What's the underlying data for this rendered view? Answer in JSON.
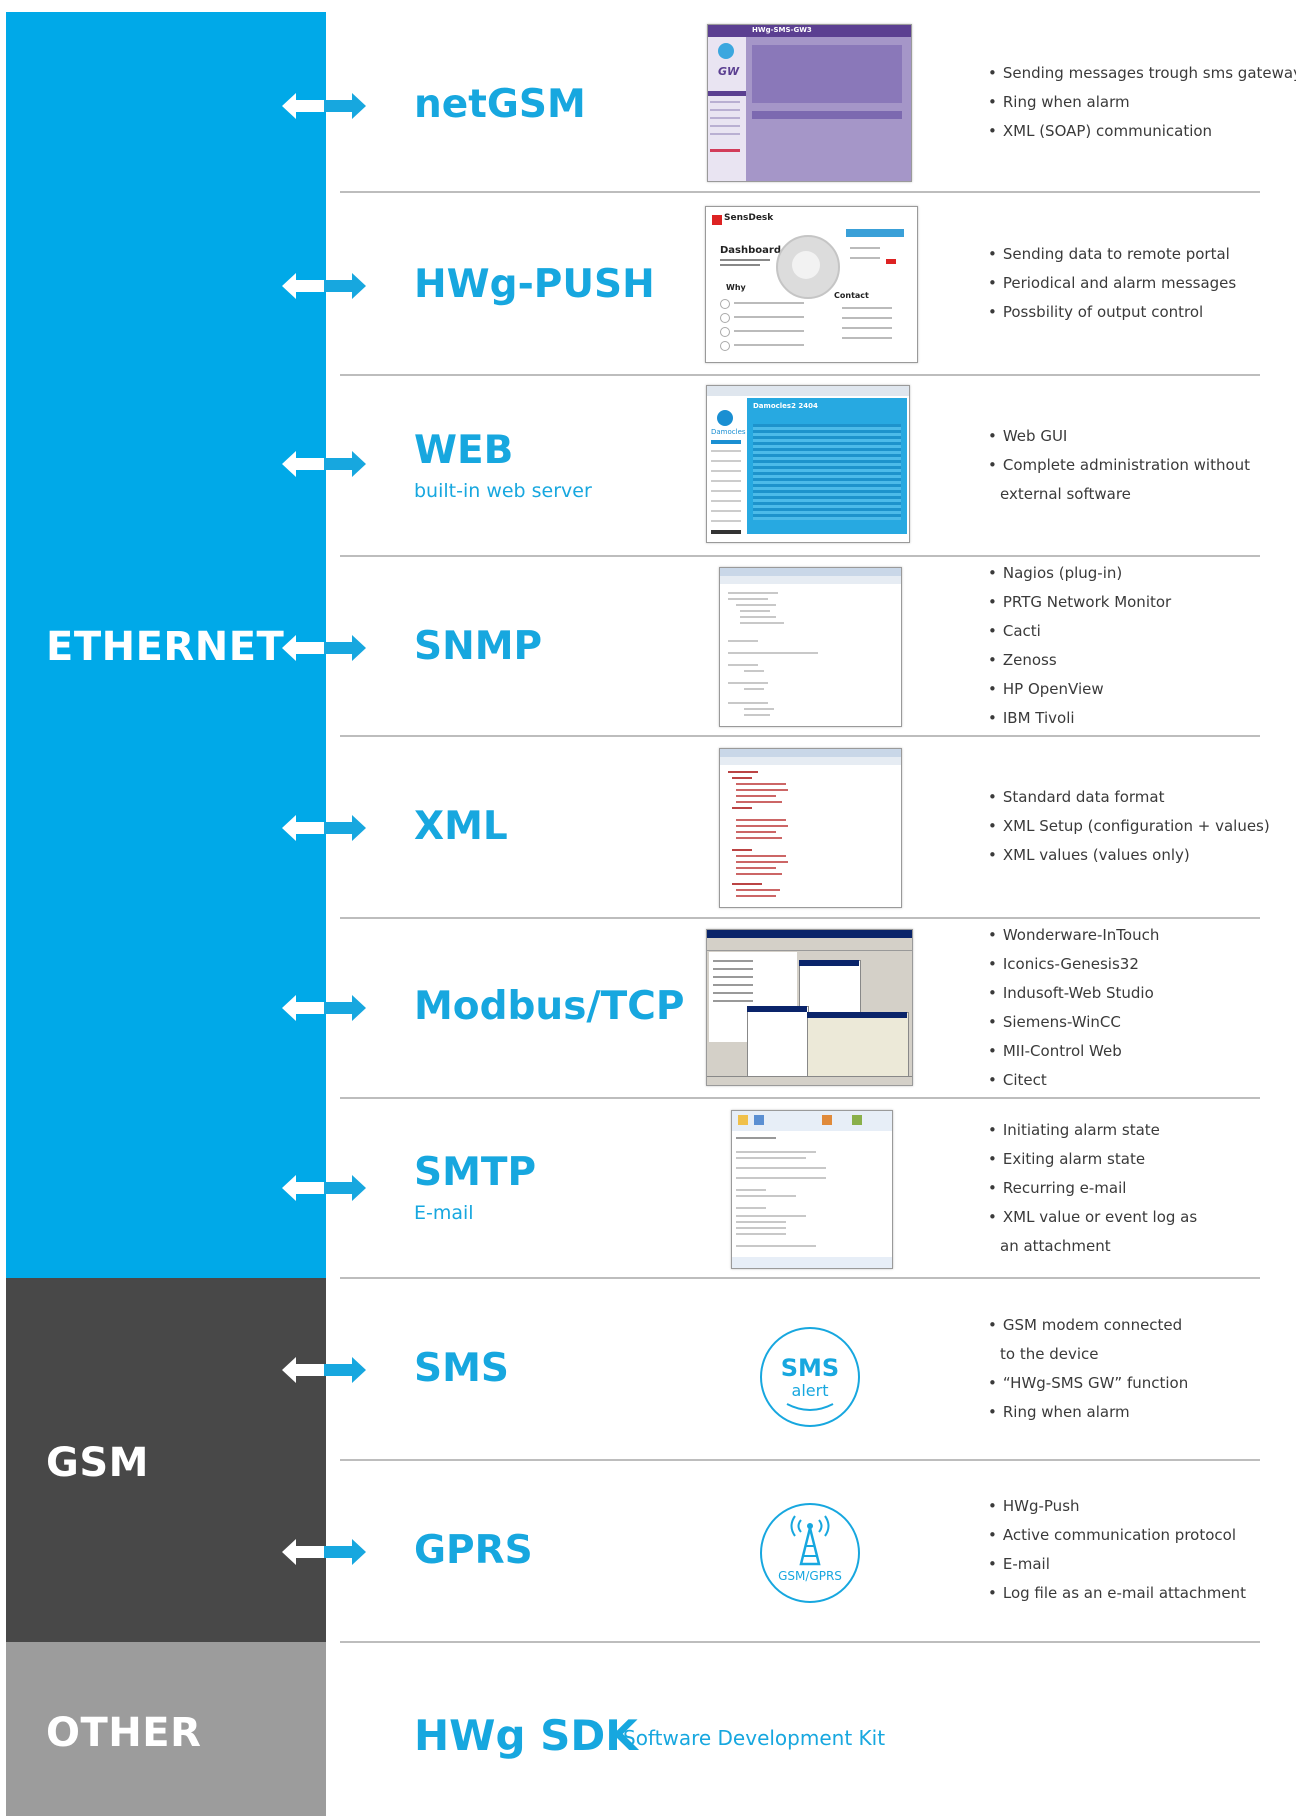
{
  "bands": {
    "ethernet": {
      "label": "ETHERNET",
      "color": "#00a9e8"
    },
    "gsm": {
      "label": "GSM",
      "color": "#484848"
    },
    "other": {
      "label": "OTHER",
      "color": "#9c9c9c"
    }
  },
  "accent_color": "#17a7df",
  "rows": [
    {
      "title": "netGSM",
      "subtitle": "",
      "bullets": [
        "Sending messages trough sms gateway",
        "Ring when alarm",
        "XML (SOAP) communication"
      ]
    },
    {
      "title": "HWg-PUSH",
      "subtitle": "",
      "bullets": [
        "Sending data to remote portal",
        "Periodical and alarm messages",
        "Possbility of output control"
      ]
    },
    {
      "title": "WEB",
      "subtitle": "built-in web server",
      "bullets": [
        "Web GUI",
        "Complete administration without",
        "external software"
      ]
    },
    {
      "title": "SNMP",
      "subtitle": "",
      "bullets": [
        "Nagios (plug-in)",
        "PRTG Network Monitor",
        "Cacti",
        "Zenoss",
        "HP OpenView",
        "IBM Tivoli"
      ]
    },
    {
      "title": "XML",
      "subtitle": "",
      "bullets": [
        "Standard data format",
        "XML Setup (configuration + values)",
        "XML values (values only)"
      ]
    },
    {
      "title": "Modbus/TCP",
      "subtitle": "",
      "bullets": [
        "Wonderware-InTouch",
        "Iconics-Genesis32",
        "Indusoft-Web Studio",
        "Siemens-WinCC",
        "MII-Control Web",
        "Citect"
      ]
    },
    {
      "title": "SMTP",
      "subtitle": "E-mail",
      "bullets": [
        "Initiating alarm state",
        "Exiting alarm state",
        "Recurring e-mail",
        "XML value or event log as",
        "an attachment"
      ]
    },
    {
      "title": "SMS",
      "subtitle": "",
      "bullets": [
        "GSM modem connected",
        "to the device",
        "“HWg-SMS GW” function",
        "Ring when alarm"
      ]
    },
    {
      "title": "GPRS",
      "subtitle": "",
      "bullets": [
        "HWg-Push",
        "Active communication protocol",
        "E-mail",
        "Log file as an e-mail attachment"
      ]
    }
  ],
  "badges": {
    "sms": {
      "line1": "SMS",
      "line2": "alert"
    },
    "gprs": {
      "label": "GSM/GPRS"
    }
  },
  "screenshots": {
    "netgsm": {
      "title": "HWg-SMS-GW3",
      "logo": "GW"
    },
    "push": {
      "logo": "SensDesk",
      "headline": "Dashboard",
      "why": "Why",
      "contact": "Contact"
    },
    "web": {
      "title": "Damocles2 2404",
      "logo": "Damocles"
    }
  },
  "sdk": {
    "title": "HWg SDK",
    "subtitle": "Software Development Kit"
  }
}
